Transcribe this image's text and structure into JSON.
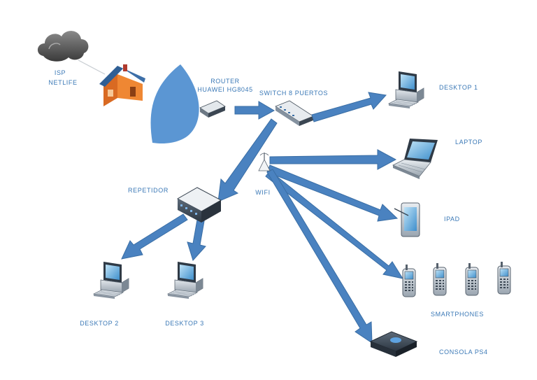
{
  "labels": {
    "isp": "ISP",
    "netlife": "NETLIFE",
    "router_line1": "ROUTER",
    "router_line2": "HUAWEI HG8045",
    "switch": "SWITCH 8 PUERTOS",
    "desktop1": "DESKTOP 1",
    "laptop": "LAPTOP",
    "ipad": "IPAD",
    "smartphones": "SMARTPHONES",
    "consola": "CONSOLA PS4",
    "repetidor": "REPETIDOR",
    "wifi": "WIFI",
    "desktop2": "DESKTOP 2",
    "desktop3": "DESKTOP 3"
  },
  "colors": {
    "arrow": "#4a82c0",
    "label": "#3a78b6",
    "dish": "#5b96d3",
    "house_wall": "#e8772a",
    "house_roof": "#3d6fa8",
    "cloud": "#5a5a5a"
  },
  "icons": {
    "cloud": "cloud-icon",
    "house": "house-icon",
    "dish": "satellite-dish-icon",
    "router": "router-icon",
    "switch": "switch-icon",
    "repeater": "repeater-icon",
    "wifi_antenna": "wifi-antenna-icon",
    "desktop": "desktop-computer-icon",
    "laptop": "laptop-icon",
    "tablet": "tablet-icon",
    "phone": "smartphone-icon",
    "console": "game-console-icon"
  }
}
